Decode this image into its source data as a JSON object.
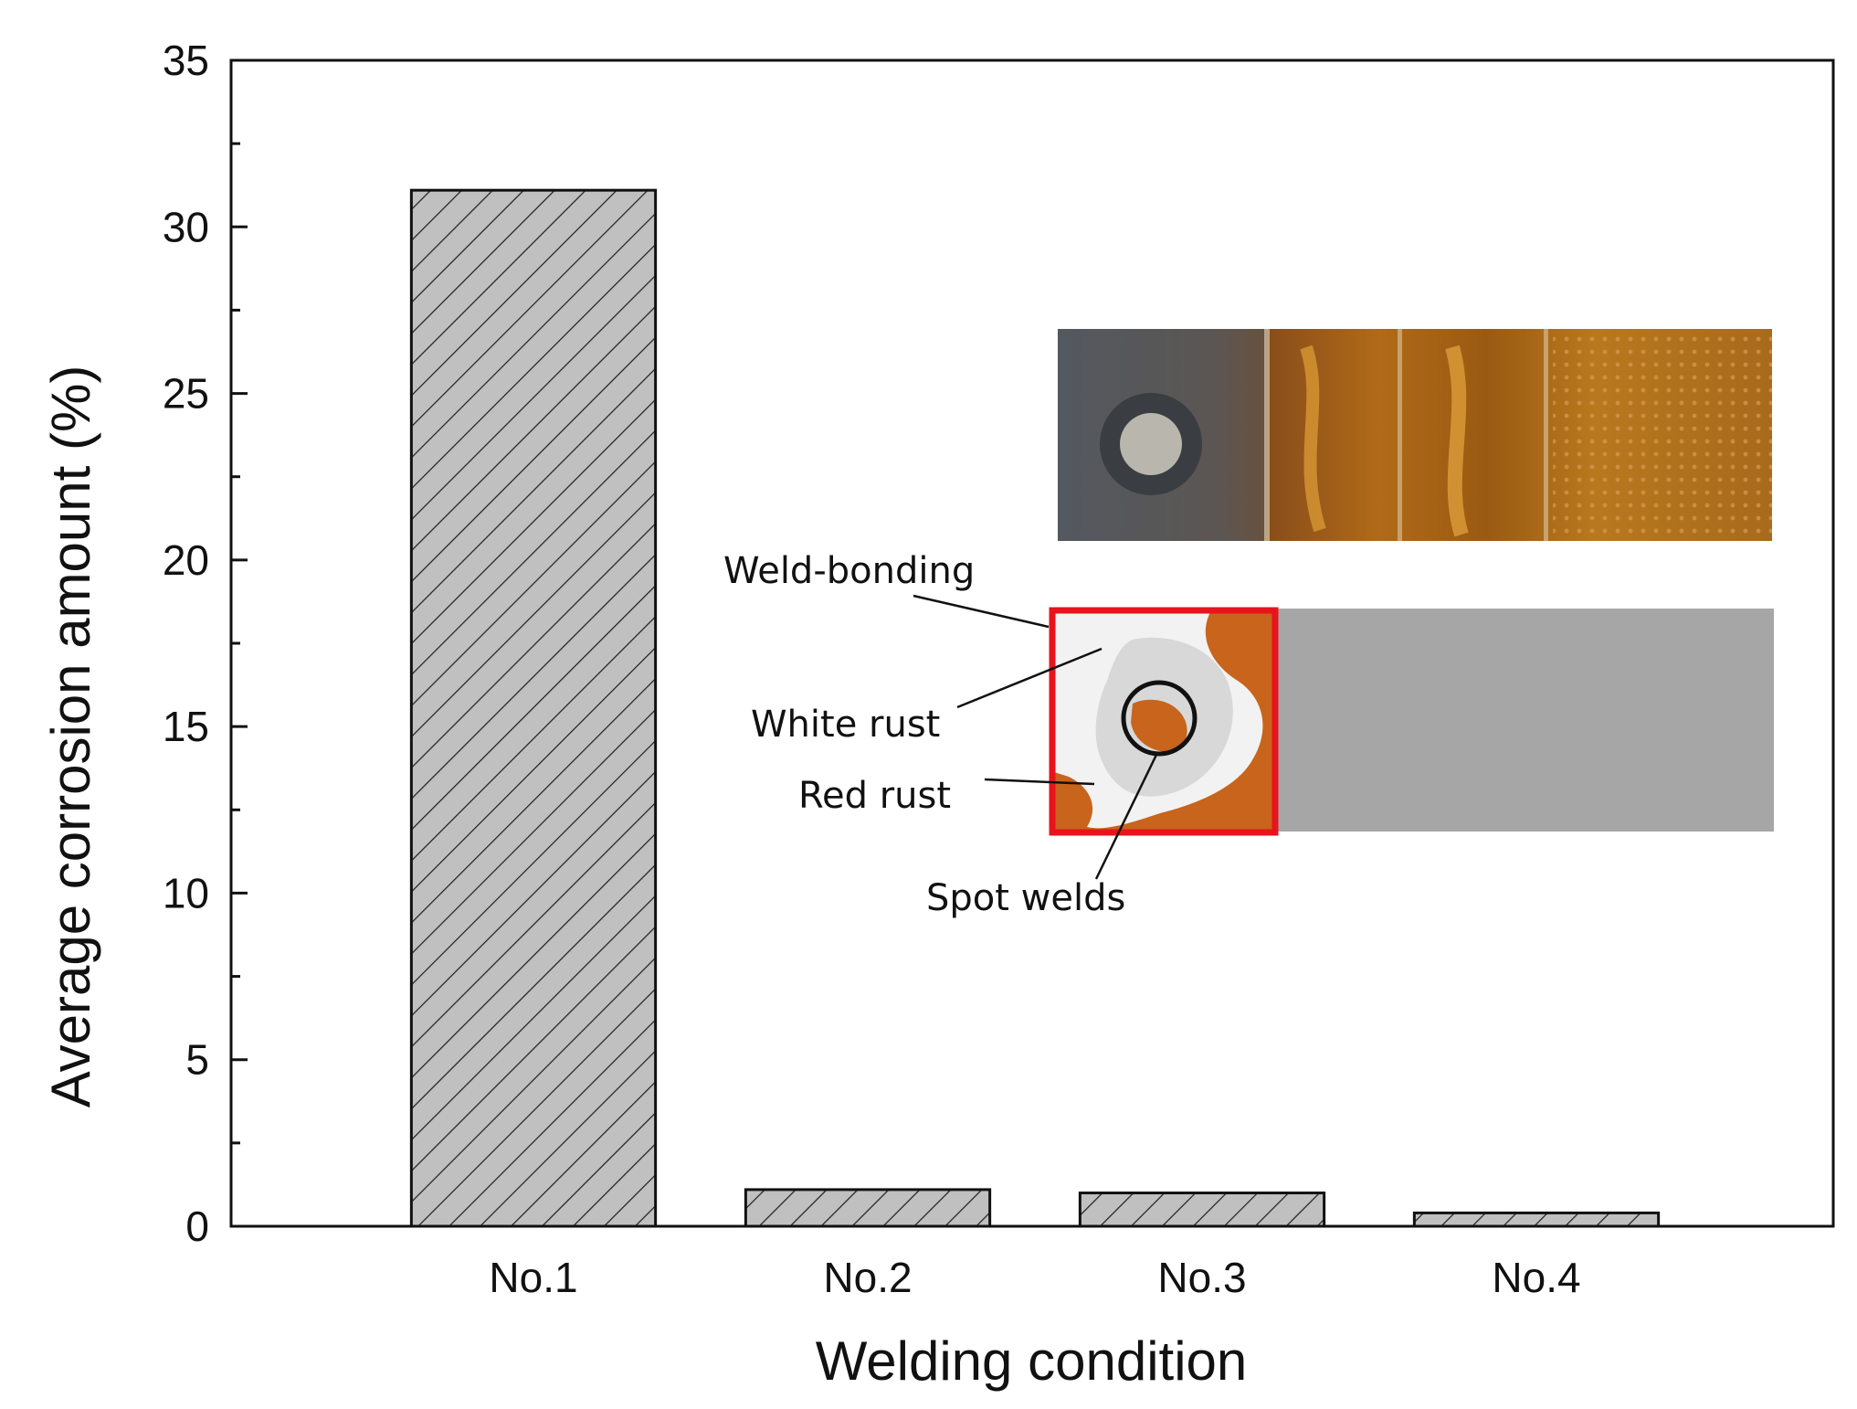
{
  "chart_data": {
    "type": "bar",
    "title": "",
    "xlabel": "Welding condition",
    "ylabel": "Average corrosion amount (%)",
    "categories": [
      "No.1",
      "No.2",
      "No.3",
      "No.4"
    ],
    "values": [
      31.1,
      1.1,
      1.0,
      0.4
    ],
    "ylim": [
      0,
      35
    ],
    "yticks": [
      "0",
      "5",
      "10",
      "15",
      "20",
      "25",
      "30",
      "35"
    ],
    "bar_fill": "#c0c0c0",
    "bar_hatch": "diagonal",
    "grid": false,
    "legend": "none",
    "inset": {
      "annotations": {
        "weld_bonding": "Weld-bonding",
        "white_rust": "White rust",
        "red_rust": "Red rust",
        "spot_welds": "Spot welds"
      },
      "colors": {
        "frame": "#e8141c",
        "red_rust": "#c8641c",
        "white_rust": "#f2f2f2",
        "unexposed": "#a6a6a6",
        "gray_ring": "#d8d8d8"
      }
    }
  }
}
